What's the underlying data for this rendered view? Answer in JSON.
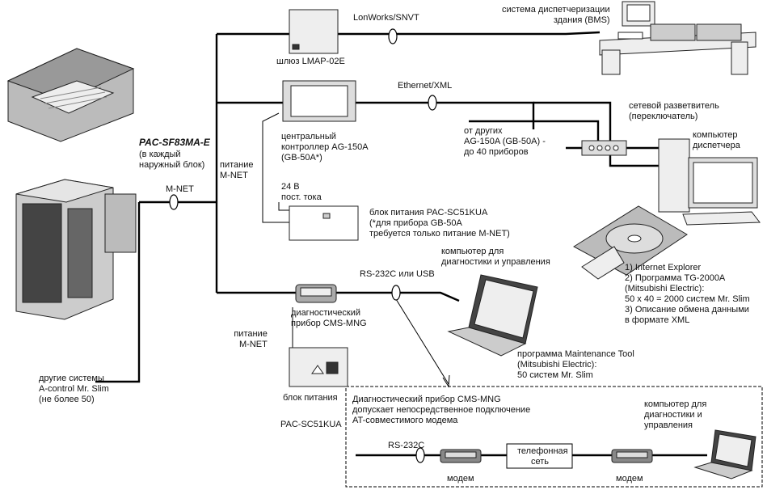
{
  "labels": {
    "lonworks": "LonWorks/SNVT",
    "bms": [
      "система диспетчеризации",
      "здания (BMS)"
    ],
    "gateway": "шлюз LMAP-02E",
    "ethernet": "Ethernet/XML",
    "switch": [
      "сетевой разветвитель",
      "(переключатель)"
    ],
    "central": [
      "центральный",
      "контроллер AG-150A",
      "(GB-50A*)"
    ],
    "others_ag": [
      "от других",
      "AG-150A (GB-50A) -",
      "до 40 приборов"
    ],
    "pc_operator": [
      "компьютер",
      "диспетчера"
    ],
    "outdoor_model": "PAC-SF83MA-E",
    "outdoor_note": [
      "(в каждый",
      "наружный блок)"
    ],
    "power_mnet": [
      "питание",
      "M-NET"
    ],
    "mnet": "M-NET",
    "dc24": [
      "24 В",
      "пост. тока"
    ],
    "psu_note": [
      "блок питания PAC-SC51KUA",
      "(*для прибора GB-50A",
      "требуется только питание M-NET)"
    ],
    "pc_diag_top": [
      "компьютер для",
      "диагностики и управления"
    ],
    "rs232_usb": "RS-232C или USB",
    "software": [
      "1) Internet Explorer",
      "2) Программа TG-2000A",
      "(Mitsubishi Electric):",
      "50 x 40 = 2000 систем Mr. Slim",
      "3) Описание обмена данными",
      "в формате XML"
    ],
    "diag_device": [
      "диагностический",
      "прибор CMS-MNG"
    ],
    "power_mnet2": [
      "питание",
      "M-NET"
    ],
    "maint_tool": [
      "программа Maintenance Tool",
      "(Mitsubishi Electric):",
      "50 систем Mr. Slim"
    ],
    "psu_block": "блок питания",
    "psu_model": "PAC-SC51KUA",
    "other_systems": [
      "другие системы",
      "A-control Mr. Slim",
      "(не более 50)"
    ],
    "modem_note": [
      "Диагностический прибор CMS-MNG",
      "допускает непосредственное подключение",
      "AT-совместимого модема"
    ],
    "pc_diag_bottom": [
      "компьютер для",
      "диагностики и",
      "управления"
    ],
    "rs232c": "RS-232C",
    "phone_net": [
      "телефонная",
      "сеть"
    ],
    "modem1": "модем",
    "modem2": "модем"
  },
  "icons": [
    "cassette-unit-icon",
    "outdoor-unit-icon",
    "gateway-icon",
    "bms-workstation-icon",
    "central-controller-icon",
    "network-switch-icon",
    "operator-pc-icon",
    "software-cd-icon",
    "power-supply-icon",
    "diagnostic-device-icon",
    "laptop-icon",
    "modem-icon"
  ]
}
